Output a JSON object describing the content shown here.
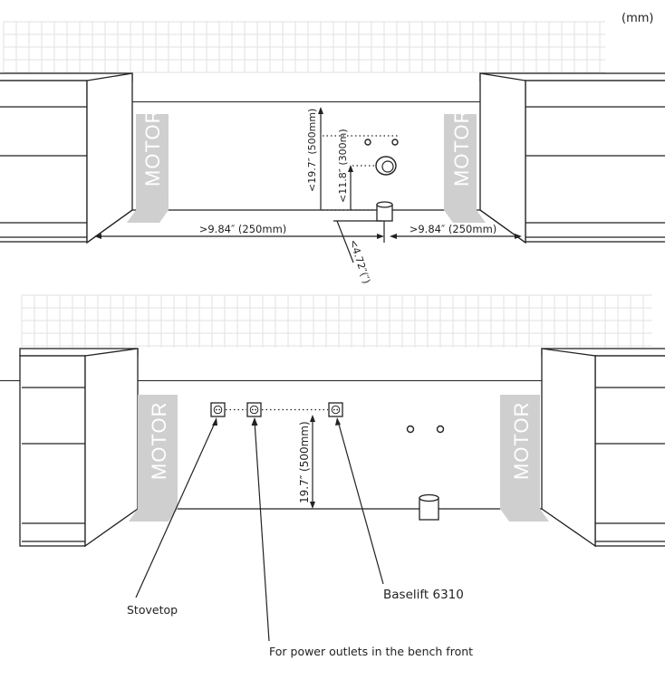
{
  "unit_label": "(mm)",
  "motor_label": "MOTOR",
  "colors": {
    "motor_block": "#cfcfcf",
    "line": "#222222",
    "grid": "#e2e2e2"
  },
  "top_view": {
    "dim_height_total": "<19.7″ (500mm)",
    "dim_height_pipe": "<11.8″ (300m)",
    "dim_left_gap": ">9.84″ (250mm)",
    "dim_right_gap": ">9.84″ (250mm)",
    "dim_drain_offset": "<4.72″(″)"
  },
  "bottom_view": {
    "dim_outlet_height": "19.7″ (500mm)",
    "label_stovetop": "Stovetop",
    "label_baselift": "Baselift 6310",
    "label_power": "For power outlets in the bench front"
  }
}
